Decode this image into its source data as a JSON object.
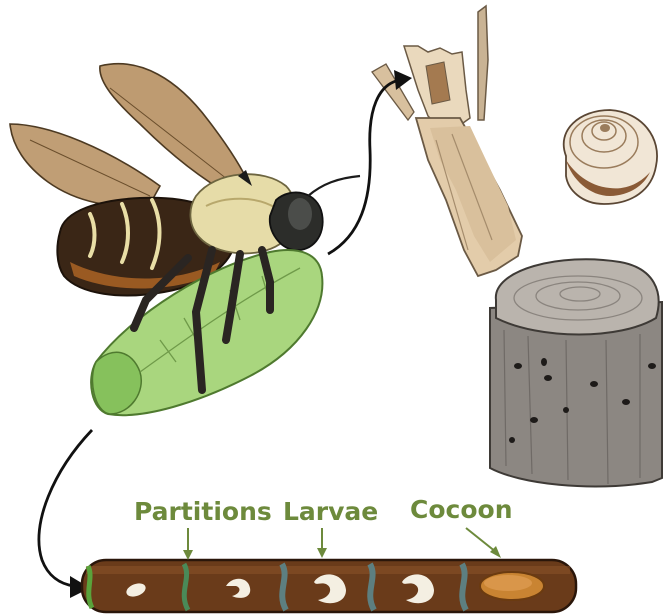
{
  "labels": {
    "partitions": "Partitions",
    "larvae": "Larvae",
    "cocoon": "Cocoon"
  },
  "colors": {
    "label_green": "#6d8a3c",
    "leaf_green": "#a9d67e",
    "tunnel_brown": "#6a3b1a",
    "wood_gray": "#8c8782",
    "twig_tan": "#dfc9a8",
    "snail_cream": "#f1e6d6"
  }
}
